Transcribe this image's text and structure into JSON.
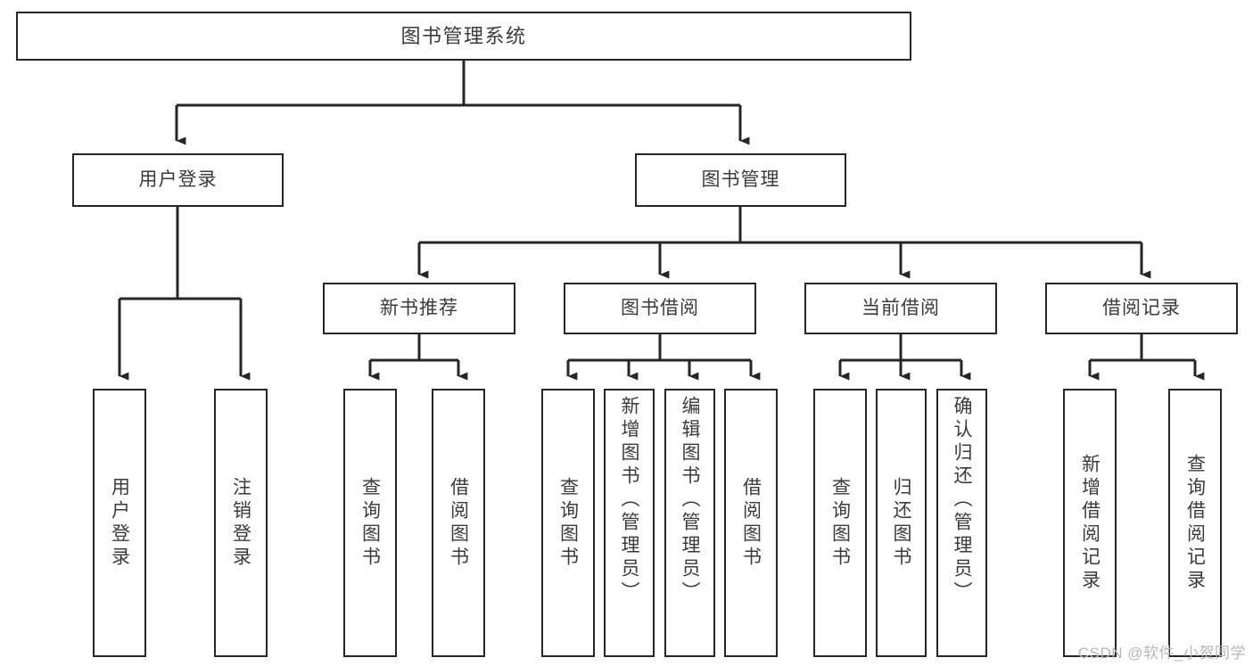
{
  "diagram": {
    "title": "图书管理系统",
    "type": "tree",
    "watermark": "CSDN @软件_小贺同学",
    "colors": {
      "node_border": "#262626",
      "node_fill": "#ffffff",
      "edge": "#262626",
      "text": "#3b3b3b",
      "watermark": "#b7b7b7",
      "background": "#ffffff"
    },
    "nodes": {
      "root": {
        "label": "图书管理系统"
      },
      "level2": [
        {
          "id": "user-login",
          "label": "用户登录"
        },
        {
          "id": "book-manage",
          "label": "图书管理"
        }
      ],
      "level3": [
        {
          "id": "new-book-recommend",
          "label": "新书推荐"
        },
        {
          "id": "book-borrow",
          "label": "图书借阅"
        },
        {
          "id": "current-borrow",
          "label": "当前借阅"
        },
        {
          "id": "borrow-record",
          "label": "借阅记录"
        }
      ],
      "leaves": [
        {
          "id": "leaf-user-login",
          "label": "用户登录",
          "parent": "user-login"
        },
        {
          "id": "leaf-logout",
          "label": "注销登录",
          "parent": "user-login"
        },
        {
          "id": "leaf-query-book-1",
          "label": "查询图书",
          "parent": "new-book-recommend"
        },
        {
          "id": "leaf-borrow-book-1",
          "label": "借阅图书",
          "parent": "new-book-recommend"
        },
        {
          "id": "leaf-query-book-2",
          "label": "查询图书",
          "parent": "book-borrow"
        },
        {
          "id": "leaf-add-book",
          "label": "新增图书（管理员）",
          "parent": "book-borrow"
        },
        {
          "id": "leaf-edit-book",
          "label": "编辑图书（管理员）",
          "parent": "book-borrow"
        },
        {
          "id": "leaf-borrow-book-2",
          "label": "借阅图书",
          "parent": "book-borrow"
        },
        {
          "id": "leaf-query-book-3",
          "label": "查询图书",
          "parent": "current-borrow"
        },
        {
          "id": "leaf-return-book",
          "label": "归还图书",
          "parent": "current-borrow"
        },
        {
          "id": "leaf-confirm-return",
          "label": "确认归还（管理员）",
          "parent": "current-borrow"
        },
        {
          "id": "leaf-add-record",
          "label": "新增借阅记录",
          "parent": "borrow-record"
        },
        {
          "id": "leaf-query-record",
          "label": "查询借阅记录",
          "parent": "borrow-record"
        }
      ]
    }
  }
}
